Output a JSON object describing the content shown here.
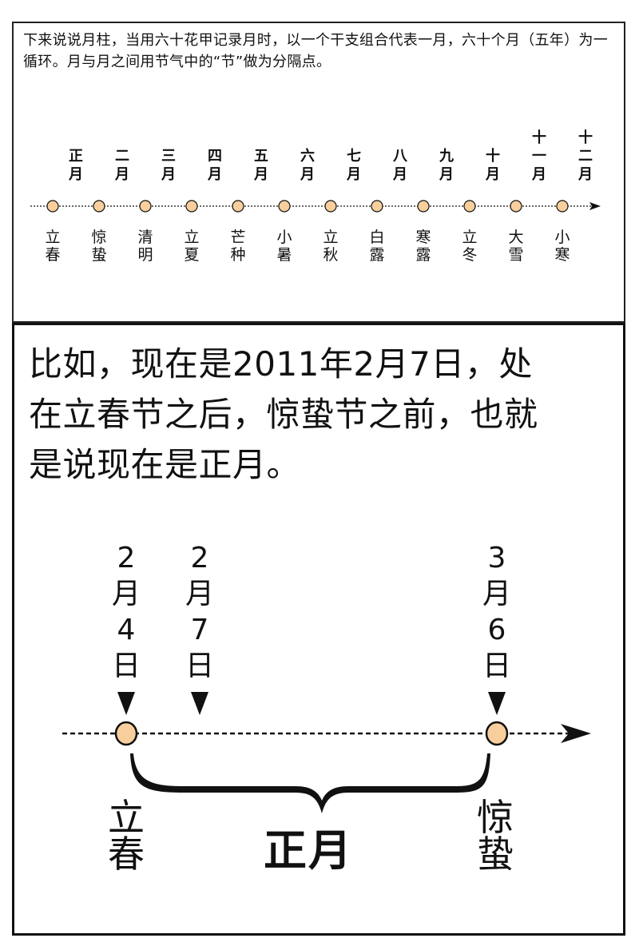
{
  "top_panel": {
    "intro_text": "下来说说月柱，当用六十花甲记录月时，以一个干支组合代表一月，六十个月（五年）为一循环。月与月之间用节气中的“节”做为分隔点。",
    "months": [
      "正月",
      "二月",
      "三月",
      "四月",
      "五月",
      "六月",
      "七月",
      "八月",
      "九月",
      "十月",
      "十一月",
      "十二月"
    ],
    "solar_terms": [
      "立春",
      "惊蛰",
      "清明",
      "立夏",
      "芒种",
      "小暑",
      "立秋",
      "白露",
      "寒露",
      "立冬",
      "大雪",
      "小寒"
    ]
  },
  "bottom_panel": {
    "example_lines": [
      "比如，现在是2011年2月7日，处",
      "在立春节之后，惊蛰节之前，也就",
      "是说现在是正月。"
    ],
    "dates": [
      {
        "month": "2",
        "day": "4",
        "month_unit": "月",
        "day_unit": "日"
      },
      {
        "month": "2",
        "day": "7",
        "month_unit": "月",
        "day_unit": "日"
      },
      {
        "month": "3",
        "day": "6",
        "month_unit": "月",
        "day_unit": "日"
      }
    ],
    "start_term": "立春",
    "end_term": "惊蛰",
    "span_label": "正月"
  },
  "colors": {
    "node_fill": "#f8cf9c",
    "line": "#111111"
  }
}
